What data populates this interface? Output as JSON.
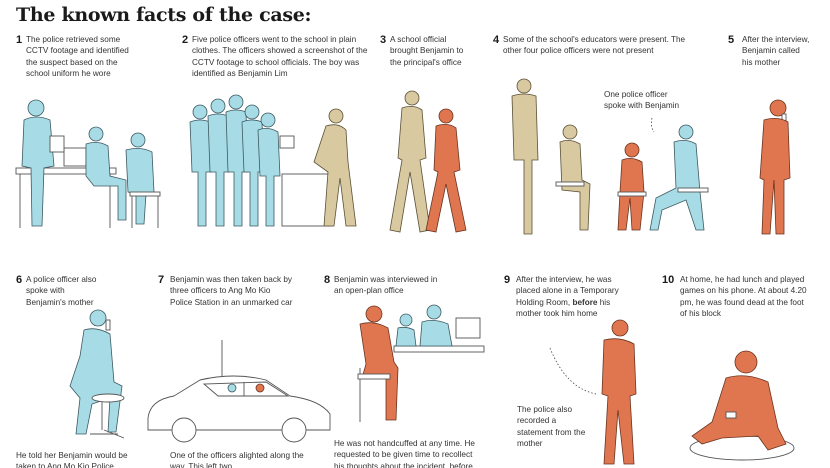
{
  "title": "The known facts of the case:",
  "steps": [
    {
      "num": "1",
      "text": "The police retrieved some CCTV footage and identified the suspect based on the school uniform he wore"
    },
    {
      "num": "2",
      "text": "Five police officers went to the school in plain clothes. The officers showed a screenshot of the CCTV footage to school officials. The boy was identified as Benjamin Lim"
    },
    {
      "num": "3",
      "text": "A school official brought Benjamin to the principal's office"
    },
    {
      "num": "4",
      "text": "Some of the school's educators were present. The other four police officers were not present",
      "note": "One police officer spoke with Benjamin"
    },
    {
      "num": "5",
      "text": "After the interview, Benjamin called his mother"
    },
    {
      "num": "6",
      "text": "A police officer also spoke with Benjamin's mother",
      "note": "He told her Benjamin would be taken to Ang Mo Kio Police"
    },
    {
      "num": "7",
      "text": "Benjamin was then taken back by three officers to Ang Mo Kio Police Station in an unmarked car",
      "note": "One of the officers alighted along the way. This left two"
    },
    {
      "num": "8",
      "text": "Benjamin was interviewed in an open-plan office",
      "note": "He was not handcuffed at any time. He requested to be given time to recollect his thoughts about the incident, before"
    },
    {
      "num": "9",
      "text_a": "After the interview, he was placed alone in a Temporary Holding Room,",
      "text_b": "before",
      "text_c": "his mother took him home",
      "note": "The police also recorded a statement from the mother"
    },
    {
      "num": "10",
      "text": "At home, he had lunch and played games on his phone. At about 4.20 pm, he was found dead at the foot of his block"
    }
  ],
  "colors": {
    "officer": "#a7dce6",
    "educator": "#d8c9a0",
    "benjamin": "#e07650"
  }
}
